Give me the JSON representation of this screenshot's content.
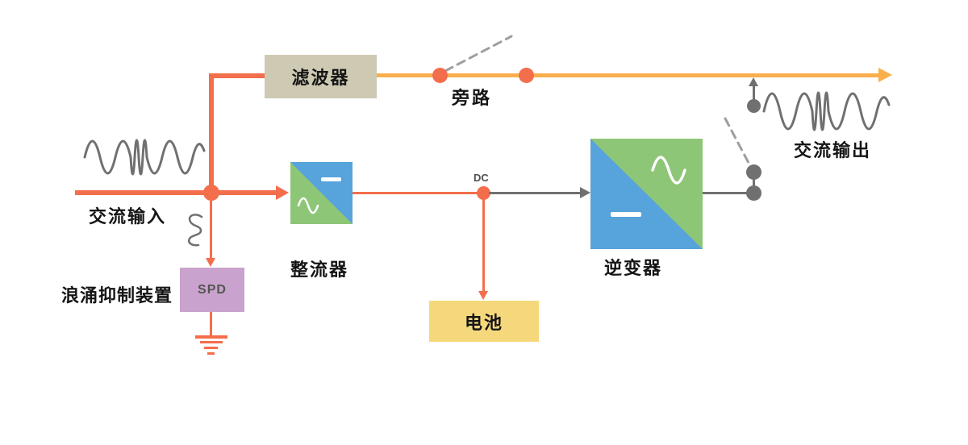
{
  "diagram": {
    "kind": "ups-power-flow-diagram",
    "nodes": {
      "filter": {
        "label": "滤波器"
      },
      "bypass": {
        "label": "旁路"
      },
      "ac_input": {
        "label": "交流输入"
      },
      "surge_protector": {
        "label": "浪涌抑制装置",
        "box_label": "SPD"
      },
      "rectifier": {
        "label": "整流器"
      },
      "dc_node": {
        "label": "DC"
      },
      "battery": {
        "label": "电池"
      },
      "inverter": {
        "label": "逆变器"
      },
      "ac_output": {
        "label": "交流输出"
      }
    },
    "colors": {
      "line_primary": "#F36E4C",
      "line_bypass": "#FAAF4D",
      "line_neutral": "#707070",
      "dash_gray": "#9E9E9E",
      "filter_box": "#CEC9B2",
      "spd_box": "#C9A3CD",
      "battery_box": "#F6D87C",
      "converter_green": "#8EC677",
      "converter_blue": "#57A3DB",
      "text": "#151515"
    }
  }
}
